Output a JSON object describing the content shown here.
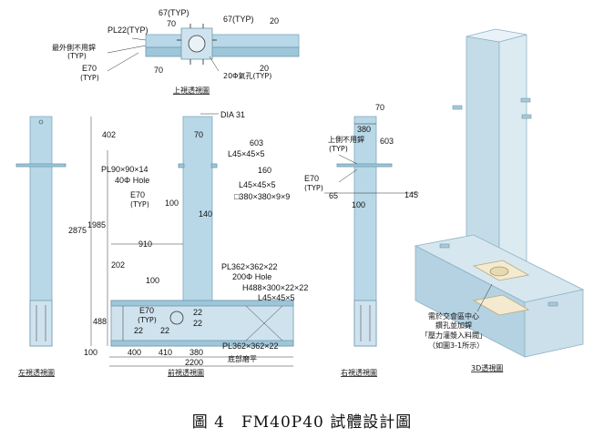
{
  "caption": "圖 4　FM40P40 試體設計圖",
  "views": {
    "top": "上視透視圖",
    "left": "左視透視圖",
    "front": "前視透視圖",
    "right": "右視透視圖",
    "iso": "3D透視圖"
  },
  "top_view": {
    "pl22": "PL22(TYP)",
    "t67a": "67(TYP)",
    "t67b": "67(TYP)",
    "t70a": "70",
    "t70b": "70",
    "t20a": "20",
    "t20b": "20",
    "weld_note": "最外側不用銲",
    "typ1": "(TYP)",
    "e70": "E70",
    "typ2": "(TYP)",
    "hole": "20Φ氣孔(TYP)"
  },
  "front_view": {
    "d402": "402",
    "d2875": "2875",
    "d1985": "1985",
    "dia": "DIA 31",
    "d70": "70",
    "d603": "603",
    "l45a": "L45×45×5",
    "d160": "160",
    "pl90": "PL90×90×14",
    "hole40": "40Φ Hole",
    "l45b": "L45×45×5",
    "e70": "E70",
    "typ": "(TYP)",
    "d100a": "100",
    "d140": "140",
    "box": "□380×380×9×9",
    "d910": "910",
    "d202": "202",
    "d100b": "100",
    "pl362a": "PL362×362×22",
    "hole200": "200Φ Hole",
    "h488": "H488×300×22×22",
    "l45c": "L45×45×5",
    "d488": "488",
    "e70b": "E70",
    "typ2": "(TYP)",
    "d22a": "22",
    "d22b": "22",
    "d22c": "22",
    "d22d": "22",
    "pl362b": "PL362×362×22",
    "base": "底部磨平",
    "d100c": "100",
    "d400": "400",
    "d410": "410",
    "d380": "380",
    "d2200": "2200"
  },
  "right_view": {
    "d70": "70",
    "d380": "380",
    "d603": "603",
    "weld_note": "上側不用銲",
    "typ1": "(TYP)",
    "e70": "E70",
    "typ2": "(TYP)",
    "d65": "65",
    "d100": "100",
    "d145": "145"
  },
  "iso_view": {
    "n1": "需於交會區中心",
    "n2": "鑽孔並加銲",
    "n3": "「壓力灌漿入料閥」",
    "n4": "（如圖3-1所示）"
  }
}
